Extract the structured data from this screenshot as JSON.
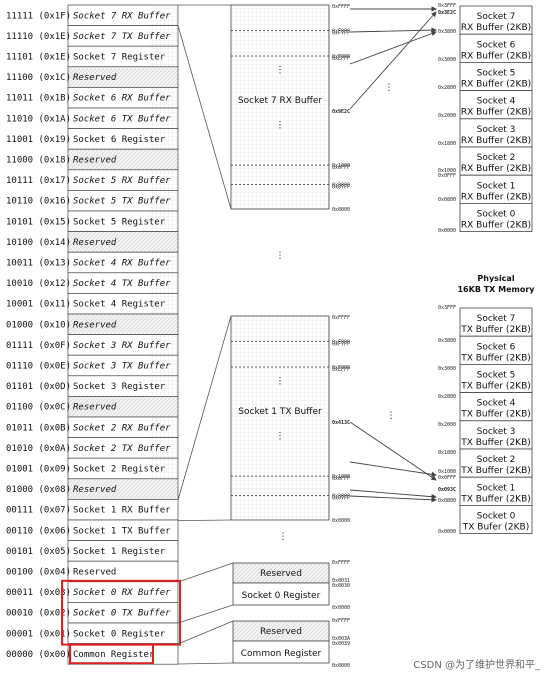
{
  "block_selector": {
    "rows": [
      {
        "bits": "11111",
        "hex": "(0x1F)",
        "label": "Socket 7 RX Buffer",
        "type": "buf"
      },
      {
        "bits": "11110",
        "hex": "(0x1E)",
        "label": "Socket 7 TX Buffer",
        "type": "buf"
      },
      {
        "bits": "11101",
        "hex": "(0x1E)",
        "label": "Socket 7 Register",
        "type": "reg"
      },
      {
        "bits": "11100",
        "hex": "(0x1C)",
        "label": "Reserved",
        "type": "res"
      },
      {
        "bits": "11011",
        "hex": "(0x1B)",
        "label": "Socket 6 RX Buffer",
        "type": "buf"
      },
      {
        "bits": "11010",
        "hex": "(0x1A)",
        "label": "Socket 6 TX Buffer",
        "type": "buf"
      },
      {
        "bits": "11001",
        "hex": "(0x19)",
        "label": "Socket 6 Register",
        "type": "reg"
      },
      {
        "bits": "11000",
        "hex": "(0x18)",
        "label": "Reserved",
        "type": "res"
      },
      {
        "bits": "10111",
        "hex": "(0x17)",
        "label": "Socket 5 RX Buffer",
        "type": "buf"
      },
      {
        "bits": "10110",
        "hex": "(0x16)",
        "label": "Socket 5 TX Buffer",
        "type": "buf"
      },
      {
        "bits": "10101",
        "hex": "(0x15)",
        "label": "Socket 5 Register",
        "type": "reg"
      },
      {
        "bits": "10100",
        "hex": "(0x14)",
        "label": "Reserved",
        "type": "res"
      },
      {
        "bits": "10011",
        "hex": "(0x13)",
        "label": "Socket 4 RX Buffer",
        "type": "buf"
      },
      {
        "bits": "10010",
        "hex": "(0x12)",
        "label": "Socket 4 TX Buffer",
        "type": "buf"
      },
      {
        "bits": "10001",
        "hex": "(0x11)",
        "label": "Socket 4 Register",
        "type": "reg"
      },
      {
        "bits": "01000",
        "hex": "(0x10)",
        "label": "Reserved",
        "type": "res"
      },
      {
        "bits": "01111",
        "hex": "(0x0F)",
        "label": "Socket 3 RX Buffer",
        "type": "buf"
      },
      {
        "bits": "01110",
        "hex": "(0x0E)",
        "label": "Socket 3 TX Buffer",
        "type": "buf"
      },
      {
        "bits": "01101",
        "hex": "(0x0D)",
        "label": "Socket 3 Register",
        "type": "reg"
      },
      {
        "bits": "01100",
        "hex": "(0x0C)",
        "label": "Reserved",
        "type": "res"
      },
      {
        "bits": "01011",
        "hex": "(0x0B)",
        "label": "Socket 2 RX Buffer",
        "type": "buf"
      },
      {
        "bits": "01010",
        "hex": "(0x0A)",
        "label": "Socket 2 TX Buffer",
        "type": "buf"
      },
      {
        "bits": "01001",
        "hex": "(0x09)",
        "label": "Socket 2 Register",
        "type": "reg"
      },
      {
        "bits": "01000",
        "hex": "(0x08)",
        "label": "Reserved",
        "type": "res"
      },
      {
        "bits": "00111",
        "hex": "(0x07)",
        "label": "Socket 1 RX Buffer",
        "type": "plain"
      },
      {
        "bits": "00110",
        "hex": "(0x06)",
        "label": "Socket 1 TX Buffer",
        "type": "plain"
      },
      {
        "bits": "00101",
        "hex": "(0x05)",
        "label": "Socket 1 Register",
        "type": "plain"
      },
      {
        "bits": "00100",
        "hex": "(0x04)",
        "label": "Reserved",
        "type": "plain"
      },
      {
        "bits": "00011",
        "hex": "(0x03)",
        "label": "Socket 0 RX Buffer",
        "type": "hl"
      },
      {
        "bits": "00010",
        "hex": "(0x02)",
        "label": "Socket 0 TX Buffer",
        "type": "hl"
      },
      {
        "bits": "00001",
        "hex": "(0x01)",
        "label": "Socket 0 Register",
        "type": "hl"
      },
      {
        "bits": "00000",
        "hex": "(0x00)",
        "label": "Common Register",
        "type": "common"
      }
    ]
  },
  "rx_buffer_detail": {
    "label": "Socket 7 RX Buffer",
    "addresses": [
      {
        "text": "0xFFFF"
      },
      {
        "text": "0xF800"
      },
      {
        "text": "0xF7FF"
      },
      {
        "text": "0xF000"
      },
      {
        "text": "0xEFFF"
      },
      {
        "text": "0x9E2C",
        "bold": true
      },
      {
        "text": "0x1000"
      },
      {
        "text": "0x0FFF"
      },
      {
        "text": "0x0800"
      },
      {
        "text": "0x07FF"
      },
      {
        "text": "0x0000"
      }
    ]
  },
  "tx_buffer_detail": {
    "label": "Socket 1 TX Buffer",
    "addresses": [
      {
        "text": "0xFFFF"
      },
      {
        "text": "0xF800"
      },
      {
        "text": "0xF7FF"
      },
      {
        "text": "0xF000"
      },
      {
        "text": "0xEFFF"
      },
      {
        "text": "0x413C",
        "bold": true
      },
      {
        "text": "0x1000"
      },
      {
        "text": "0x0FFF"
      },
      {
        "text": "0x0800"
      },
      {
        "text": "0x07FF"
      },
      {
        "text": "0x0000"
      }
    ]
  },
  "socket0_register_detail": {
    "reserved_label": "Reserved",
    "register_label": "Socket 0 Register",
    "addresses": [
      {
        "text": "0xFFFF"
      },
      {
        "text": "0x0031"
      },
      {
        "text": "0x0030"
      },
      {
        "text": "0x0000"
      }
    ]
  },
  "common_register_detail": {
    "reserved_label": "Reserved",
    "register_label": "Common Register",
    "addresses": [
      {
        "text": "0xFFFF"
      },
      {
        "text": "0x003A"
      },
      {
        "text": "0x0039"
      },
      {
        "text": "0x0000"
      }
    ]
  },
  "rx_memory": {
    "title": "",
    "blocks": [
      {
        "line1": "Socket 7",
        "line2": "RX Buffer (2KB)"
      },
      {
        "line1": "Socket 6",
        "line2": "RX Buffer (2KB)"
      },
      {
        "line1": "Socket 5",
        "line2": "RX Buffer (2KB)"
      },
      {
        "line1": "Socket 4",
        "line2": "RX Buffer (2KB)"
      },
      {
        "line1": "Socket 3",
        "line2": "RX Buffer (2KB)"
      },
      {
        "line1": "Socket 2",
        "line2": "RX Buffer (2KB)"
      },
      {
        "line1": "Socket 1",
        "line2": "RX Buffer (2KB)"
      },
      {
        "line1": "Socket 0",
        "line2": "RX Buffer (2KB)"
      }
    ],
    "addresses": [
      "0x3FFF",
      "0x3E2C",
      "0x3800",
      "0x3000",
      "0x2800",
      "0x2000",
      "0x1800",
      "0x1000",
      "0x0FFF",
      "0x0800",
      "0x0000"
    ]
  },
  "tx_memory": {
    "title_line1": "Physical",
    "title_line2": "16KB TX Memory",
    "blocks": [
      {
        "line1": "Socket 7",
        "line2": "TX Buffer (2KB)"
      },
      {
        "line1": "Socket 6",
        "line2": "TX Buffer (2KB)"
      },
      {
        "line1": "Socket 5",
        "line2": "TX Buffer (2KB)"
      },
      {
        "line1": "Socket 4",
        "line2": "TX Buffer (2KB)"
      },
      {
        "line1": "Socket 3",
        "line2": "TX Buffer (2KB)"
      },
      {
        "line1": "Socket 2",
        "line2": "TX Buffer (2KB)"
      },
      {
        "line1": "Socket 1",
        "line2": "TX Buffer (2KB)"
      },
      {
        "line1": "Socket 0",
        "line2": "TX Bufer (2KB)"
      }
    ],
    "addresses": [
      "0x3FFF",
      "0x3800",
      "0x3000",
      "0x2800",
      "0x2000",
      "0x1800",
      "0x1000",
      "0x0FFF",
      "0x093C",
      "0x0800",
      "0x0000"
    ]
  },
  "ellipsis": "⋮",
  "watermark": "CSDN @为了维护世界和平_",
  "colors": {
    "highlight": "#e02020",
    "grid": "#d8d8d8",
    "line": "#555555"
  }
}
